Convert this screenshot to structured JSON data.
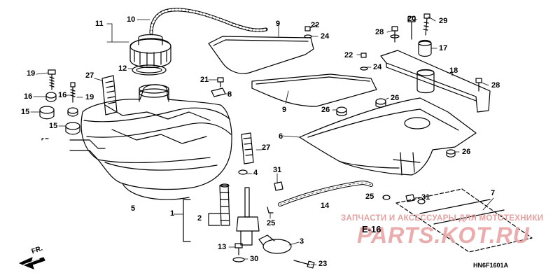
{
  "callouts": {
    "n1": "1",
    "n2": "2",
    "n3": "3",
    "n4": "4",
    "n5": "5",
    "n6": "6",
    "n7": "7",
    "n8": "8",
    "n9a": "9",
    "n9b": "9",
    "n10": "10",
    "n11": "11",
    "n12": "12",
    "n13": "13",
    "n14": "14",
    "n15a": "15",
    "n15b": "15",
    "n16a": "16",
    "n16b": "16",
    "n17": "17",
    "n18": "18",
    "n19a": "19",
    "n19b": "19",
    "n20": "20",
    "n21": "21",
    "n22a": "22",
    "n22b": "22",
    "n23": "23",
    "n24a": "24",
    "n24b": "24",
    "n25a": "25",
    "n25b": "25",
    "n26a": "26",
    "n26b": "26",
    "n26c": "26",
    "n27a": "27",
    "n27b": "27",
    "n28a": "28",
    "n28b": "28",
    "n29": "29",
    "n30": "30",
    "n31a": "31",
    "n31b": "31"
  },
  "reference": "E-16",
  "diagram_code": "HN6F1601A",
  "front_marker": "FR.",
  "watermark": {
    "text": "ЗАПЧАСТИ И АКСЕССУАРЫ ДЛЯ МОТОТЕХНИКИ",
    "logo": "PARTS.KOT.RU"
  },
  "colors": {
    "line": "#000000",
    "watermark": "#e3a1a1"
  }
}
